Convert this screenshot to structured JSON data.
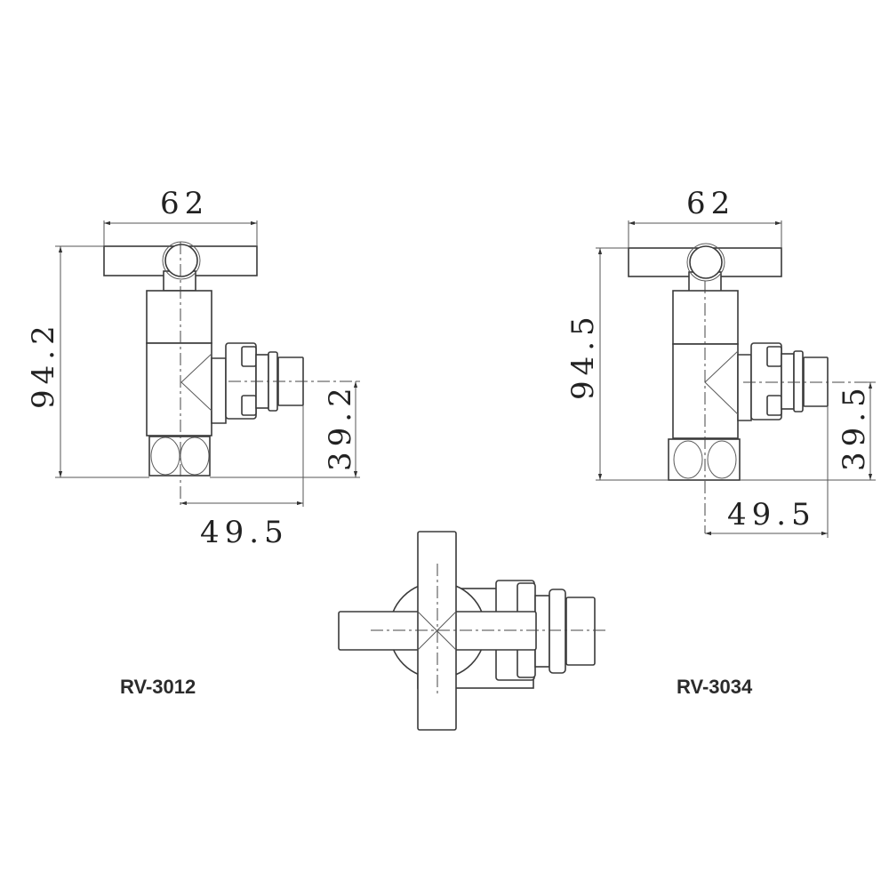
{
  "drawings": {
    "left": {
      "model": "RV-3012",
      "dims": {
        "width_handle": "62",
        "height_total": "94.2",
        "height_outlet": "39.2",
        "outlet_reach": "49.5"
      }
    },
    "right": {
      "model": "RV-3034",
      "dims": {
        "width_handle": "62",
        "height_total": "94.5",
        "height_outlet": "39.5",
        "outlet_reach": "49.5"
      }
    },
    "top_view": {
      "description": "plan view of cross-head valve"
    }
  },
  "colors": {
    "line": "#3a3a3a",
    "text": "#222222",
    "background": "#ffffff"
  }
}
